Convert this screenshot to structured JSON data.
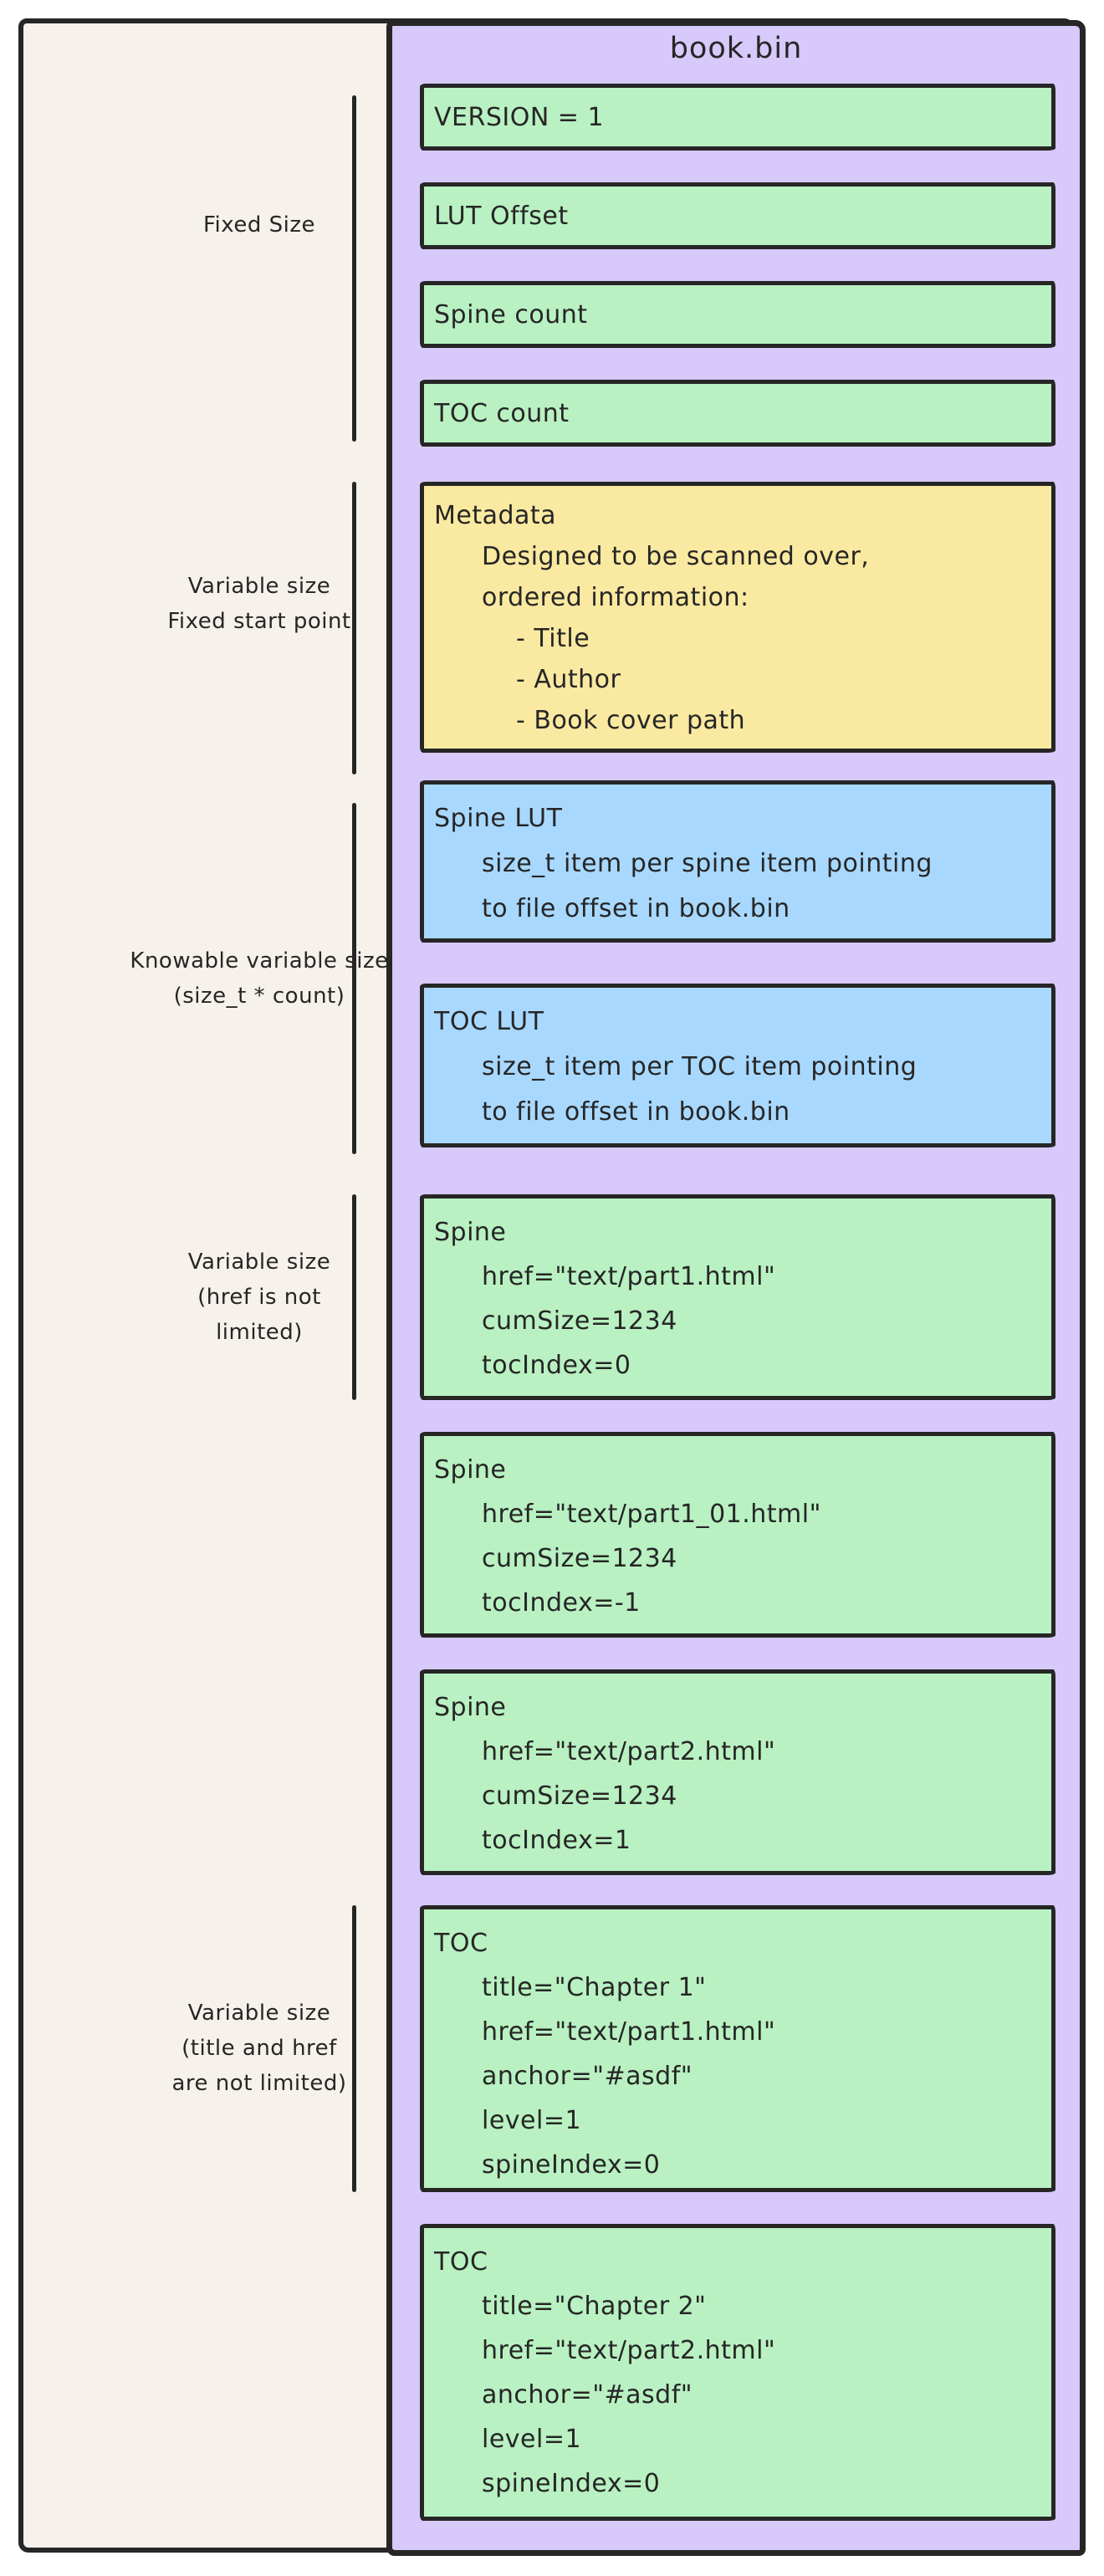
{
  "colors": {
    "stroke": "#262626",
    "cream": "#f6f1ea",
    "purple": "#d7c9fa",
    "green": "#b9f1c2",
    "blue": "#a8d8fe",
    "yellow": "#fae9a0"
  },
  "panel": {
    "title": "book.bin"
  },
  "side_labels": [
    {
      "lines": [
        "Fixed Size"
      ]
    },
    {
      "lines": [
        "Variable size",
        "Fixed start point"
      ]
    },
    {
      "lines": [
        "Knowable variable size",
        "(size_t * count)"
      ]
    },
    {
      "lines": [
        "Variable size",
        "(href is not",
        "limited)"
      ]
    },
    {
      "lines": [
        "Variable size",
        "(title and href",
        "are not limited)"
      ]
    }
  ],
  "blocks": [
    {
      "name": "version",
      "color": "green",
      "lines": [
        "VERSION = 1"
      ]
    },
    {
      "name": "lut-offset",
      "color": "green",
      "lines": [
        "LUT Offset"
      ]
    },
    {
      "name": "spine-count",
      "color": "green",
      "lines": [
        "Spine count"
      ]
    },
    {
      "name": "toc-count",
      "color": "green",
      "lines": [
        "TOC count"
      ]
    },
    {
      "name": "metadata",
      "color": "yellow",
      "lines": [
        "Metadata",
        "Designed to be scanned over,",
        "ordered information:",
        "- Title",
        "- Author",
        "- Book cover path"
      ]
    },
    {
      "name": "spine-lut",
      "color": "blue",
      "lines": [
        "Spine LUT",
        "size_t item per spine item pointing",
        "to file offset in book.bin"
      ]
    },
    {
      "name": "toc-lut",
      "color": "blue",
      "lines": [
        "TOC LUT",
        "size_t item per TOC item pointing",
        "to file offset in book.bin"
      ]
    },
    {
      "name": "spine-1",
      "color": "green",
      "lines": [
        "Spine",
        "href=\"text/part1.html\"",
        "cumSize=1234",
        "tocIndex=0"
      ]
    },
    {
      "name": "spine-2",
      "color": "green",
      "lines": [
        "Spine",
        "href=\"text/part1_01.html\"",
        "cumSize=1234",
        "tocIndex=-1"
      ]
    },
    {
      "name": "spine-3",
      "color": "green",
      "lines": [
        "Spine",
        "href=\"text/part2.html\"",
        "cumSize=1234",
        "tocIndex=1"
      ]
    },
    {
      "name": "toc-1",
      "color": "green",
      "lines": [
        "TOC",
        "title=\"Chapter 1\"",
        "href=\"text/part1.html\"",
        "anchor=\"#asdf\"",
        "level=1",
        "spineIndex=0"
      ]
    },
    {
      "name": "toc-2",
      "color": "green",
      "lines": [
        "TOC",
        "title=\"Chapter 2\"",
        "href=\"text/part2.html\"",
        "anchor=\"#asdf\"",
        "level=1",
        "spineIndex=0"
      ]
    }
  ]
}
